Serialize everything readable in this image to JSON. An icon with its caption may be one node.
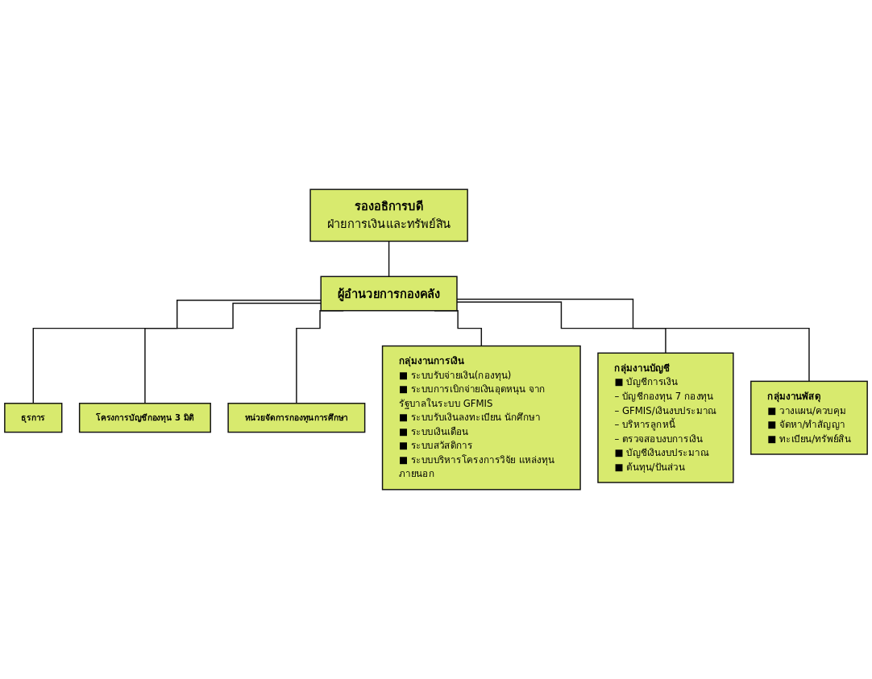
{
  "diagram": {
    "nodes": [
      {
        "text": [
          "รองอธิการบดี",
          "ฝ่ายการเงินและทรัพย์สิน"
        ]
      },
      {
        "text": [
          "ผู้อำนวยการกองคลัง"
        ]
      },
      {
        "text": [
          "ธุรการ"
        ]
      },
      {
        "text": [
          "โครงการบัญชีกองทุน 3 มิติ"
        ]
      },
      {
        "text": [
          "หน่วยจัดการกองทุนการศึกษา"
        ]
      },
      {
        "text": [
          "กลุ่มงานการเงิน",
          "■ ระบบรับจ่ายเงิน(กองทุน)",
          "■ ระบบการเบิกจ่ายเงินอุดหนุน จากรัฐบาลในระบบ GFMIS",
          "■ ระบบรับเงินลงทะเบียน นักศึกษา",
          "■ ระบบเงินเดือน",
          "■ ระบบสวัสดิการ",
          "■ ระบบบริหารโครงการวิจัย แหล่งทุนภายนอก"
        ]
      },
      {
        "text": [
          "กลุ่มงานบัญชี",
          "■ บัญชีการเงิน",
          "– บัญชีกองทุน 7 กองทุน",
          "– GFMIS/เงินงบประมาณ",
          "– บริหารลูกหนี้",
          "– ตรวจสอบงบการเงิน",
          "■ บัญชีเงินงบประมาณ",
          "■ ต้นทุน/ปันส่วน"
        ]
      },
      {
        "text": [
          "กลุ่มงานพัสดุ",
          "■ วางแผน/ควบคุม",
          "■ จัดหา/ทำสัญญา",
          "■ ทะเบียน/ทรัพย์สิน"
        ]
      }
    ],
    "edges": [
      {
        "from": 0,
        "to": 1,
        "arrow": "none"
      },
      {
        "from": 1,
        "to": 2,
        "arrow": "none"
      },
      {
        "from": 1,
        "to": 3,
        "arrow": "none"
      },
      {
        "from": 1,
        "to": 4,
        "arrow": "none"
      },
      {
        "from": 1,
        "to": 5,
        "arrow": "none"
      },
      {
        "from": 1,
        "to": 6,
        "arrow": "none"
      },
      {
        "from": 1,
        "to": 7,
        "arrow": "none"
      }
    ]
  }
}
